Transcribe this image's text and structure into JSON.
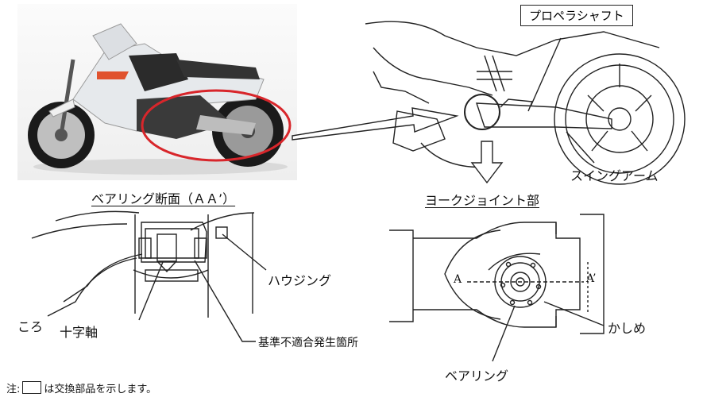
{
  "labels": {
    "propeller_shaft": "プロペラシャフト",
    "swing_arm": "スイングアーム",
    "bearing_section": "ベアリング断面（ＡＡ’）",
    "yoke_joint": "ヨークジョイント部",
    "housing": "ハウジング",
    "roller": "ころ",
    "cross_shaft": "十字軸",
    "defect_location": "基準不適合発生箇所",
    "caulking": "かしめ",
    "bearing": "ベアリング",
    "section_a": "A",
    "section_a_prime": "A’"
  },
  "note": {
    "prefix": "注:",
    "suffix": "は交換部品を示します。"
  },
  "colors": {
    "highlight": "#d8262b",
    "line": "#222222",
    "bike_body": "#e9ecef",
    "bike_dark": "#2b2b2b"
  }
}
